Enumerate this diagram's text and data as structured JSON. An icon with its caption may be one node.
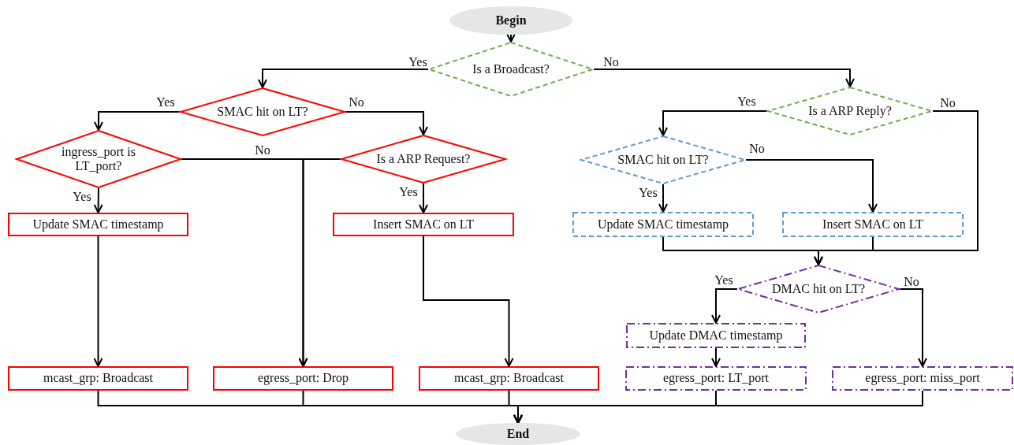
{
  "diagram": {
    "nodes": [
      {
        "text": [
          "Begin"
        ]
      },
      {
        "text": [
          "Is a Broadcast?"
        ]
      },
      {
        "text": [
          "SMAC hit on LT?"
        ]
      },
      {
        "text": [
          "ingress_port is LT_port?"
        ]
      },
      {
        "text": [
          "Is a ARP Request?"
        ]
      },
      {
        "text": [
          "Update SMAC timestamp"
        ]
      },
      {
        "text": [
          "Insert SMAC on LT"
        ]
      },
      {
        "text": [
          "Is a ARP Reply?"
        ]
      },
      {
        "text": [
          "SMAC hit on LT?"
        ]
      },
      {
        "text": [
          "Update SMAC timestamp"
        ]
      },
      {
        "text": [
          "Insert SMAC on LT"
        ]
      },
      {
        "text": [
          "DMAC hit on LT?"
        ]
      },
      {
        "text": [
          "Update DMAC timestamp"
        ]
      },
      {
        "text": [
          "mcast_grp: Broadcast"
        ]
      },
      {
        "text": [
          "egress_port: Drop"
        ]
      },
      {
        "text": [
          "mcast_grp: Broadcast"
        ]
      },
      {
        "text": [
          "egress_port: LT_port"
        ]
      },
      {
        "text": [
          "egress_port: miss_port"
        ]
      },
      {
        "text": [
          "End"
        ]
      }
    ],
    "edges": [
      {
        "from": 0,
        "to": 1,
        "arrow": "to"
      },
      {
        "from": 1,
        "to": 2,
        "arrow": "to",
        "label": "Yes"
      },
      {
        "from": 1,
        "to": 7,
        "arrow": "to",
        "label": "No"
      },
      {
        "from": 2,
        "to": 3,
        "arrow": "to",
        "label": "Yes"
      },
      {
        "from": 2,
        "to": 4,
        "arrow": "to",
        "label": "No"
      },
      {
        "from": 3,
        "to": 5,
        "arrow": "to",
        "label": "Yes"
      },
      {
        "from": 3,
        "to": 14,
        "arrow": "to",
        "label": "No"
      },
      {
        "from": 4,
        "to": 14,
        "arrow": "to"
      },
      {
        "from": 4,
        "to": 6,
        "arrow": "to",
        "label": "Yes"
      },
      {
        "from": 5,
        "to": 13,
        "arrow": "to"
      },
      {
        "from": 6,
        "to": 15,
        "arrow": "to"
      },
      {
        "from": 7,
        "to": 8,
        "arrow": "to",
        "label": "Yes"
      },
      {
        "from": 7,
        "to": 11,
        "arrow": "to",
        "label": "No"
      },
      {
        "from": 8,
        "to": 9,
        "arrow": "to",
        "label": "Yes"
      },
      {
        "from": 8,
        "to": 10,
        "arrow": "to",
        "label": "No"
      },
      {
        "from": 9,
        "to": 11,
        "arrow": "to"
      },
      {
        "from": 10,
        "to": 11,
        "arrow": "to"
      },
      {
        "from": 11,
        "to": 12,
        "arrow": "to",
        "label": "Yes"
      },
      {
        "from": 11,
        "to": 17,
        "arrow": "to",
        "label": "No"
      },
      {
        "from": 12,
        "to": 16,
        "arrow": "to"
      },
      {
        "from": 13,
        "to": 18,
        "arrow": "to"
      },
      {
        "from": 14,
        "to": 18,
        "arrow": "to"
      },
      {
        "from": 15,
        "to": 18,
        "arrow": "to"
      },
      {
        "from": 16,
        "to": 18,
        "arrow": "to"
      },
      {
        "from": 17,
        "to": 18,
        "arrow": "to"
      }
    ]
  }
}
